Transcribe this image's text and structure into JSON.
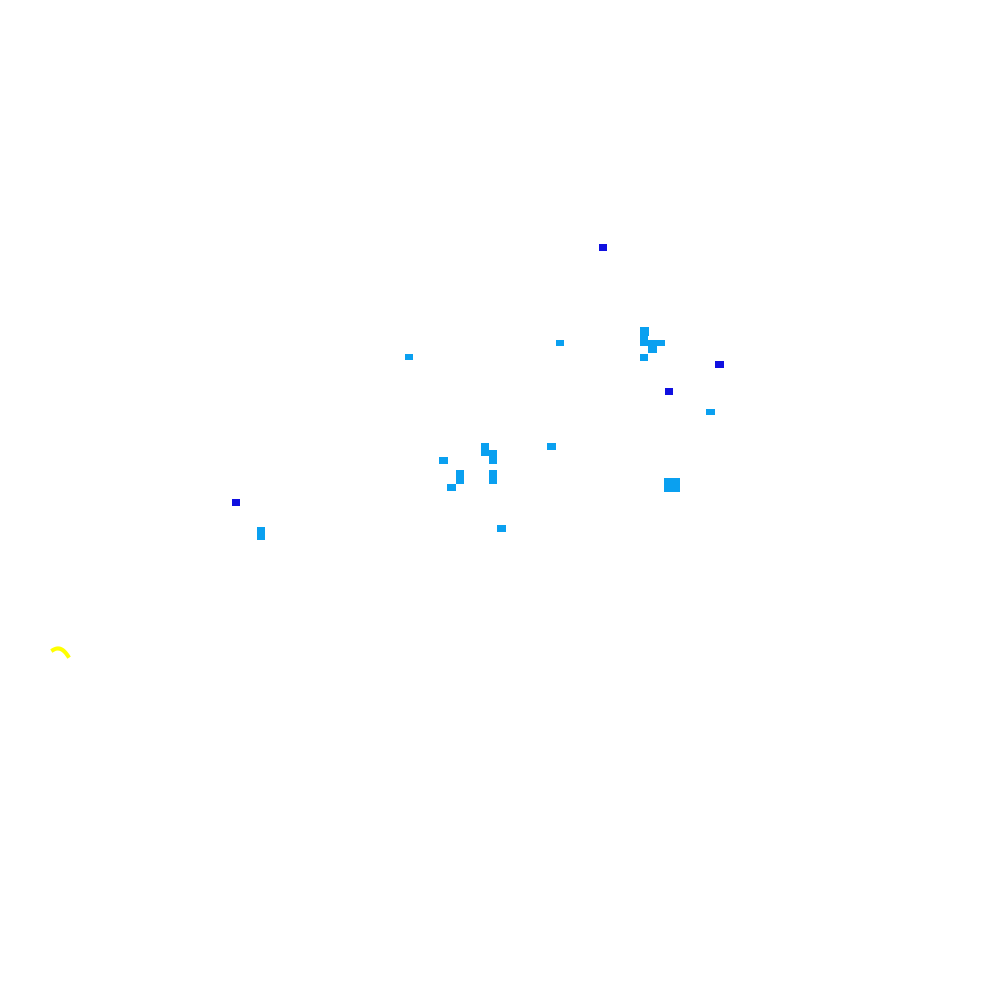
{
  "map": {
    "background_color": "#ffffff",
    "marker_colors": {
      "light_blue": "#0aa0f0",
      "dark_blue": "#1010e0",
      "yellow": "#ffff00"
    },
    "marker_kinds": [
      "light-blue-pixel-marker",
      "dark-blue-pixel-marker",
      "yellow-hook-marker"
    ],
    "counts": {
      "light_blue_clusters": 18,
      "dark_blue_markers": 4,
      "yellow_markers": 1
    }
  }
}
